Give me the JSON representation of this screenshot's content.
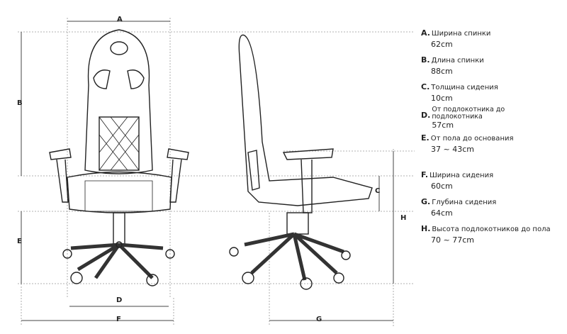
{
  "dimension_labels": [
    "A",
    "B",
    "C",
    "D",
    "E",
    "F",
    "G",
    "H"
  ],
  "specs": [
    {
      "key": "A.",
      "label": "Ширина спинки",
      "value": "62cm"
    },
    {
      "key": "B.",
      "label": "Длина спинки",
      "value": "88cm"
    },
    {
      "key": "C.",
      "label": "Толщина сидения",
      "value": "10cm"
    },
    {
      "key": "D.",
      "label": "От подлокотника до подлокотника",
      "value": "57cm"
    },
    {
      "key": "E.",
      "label": "От пола до основания",
      "value": "37 ~ 43cm"
    },
    {
      "key": "F.",
      "label": "Ширина сидения",
      "value": "60cm"
    },
    {
      "key": "G.",
      "label": "Глубина сидения",
      "value": "64cm"
    },
    {
      "key": "H.",
      "label": "Высота подлокотников до пола",
      "value": "70 ~ 77cm"
    }
  ]
}
